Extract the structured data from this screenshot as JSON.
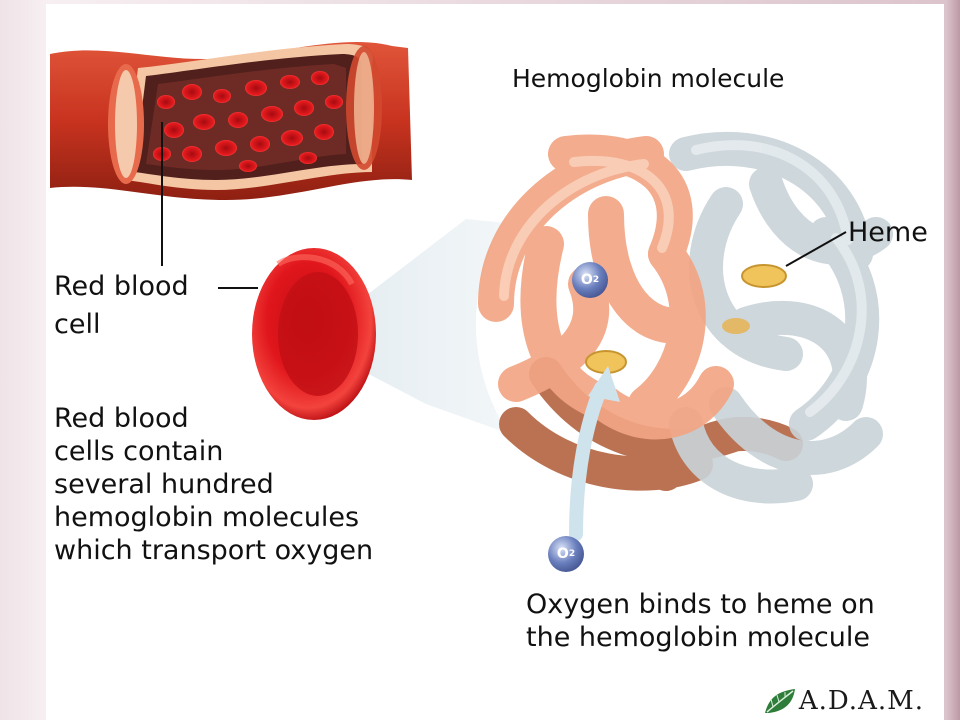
{
  "title": "Hemoglobin molecule",
  "labels": {
    "rbc_line1": "Red blood",
    "rbc_line2": "cell",
    "heme": "Heme",
    "description": [
      "Red blood",
      "cells contain",
      "several hundred",
      "hemoglobin molecules",
      "which transport oxygen"
    ],
    "binding": [
      "Oxygen binds to heme on",
      "the hemoglobin molecule"
    ],
    "o2_symbol": "O",
    "o2_subscript": "2"
  },
  "brand": {
    "name": "A.D.A.M.",
    "icon": "leaf-icon"
  },
  "colors": {
    "vessel": "#c8331f",
    "blood_cell": "#e0161c",
    "chain_orange": "#f2a584",
    "chain_brown": "#b86b4a",
    "chain_gray": "#c9d3d9",
    "heme": "#f0c45a",
    "o2_sphere": "#5a6fb0",
    "arrow": "#cfe3ec"
  }
}
